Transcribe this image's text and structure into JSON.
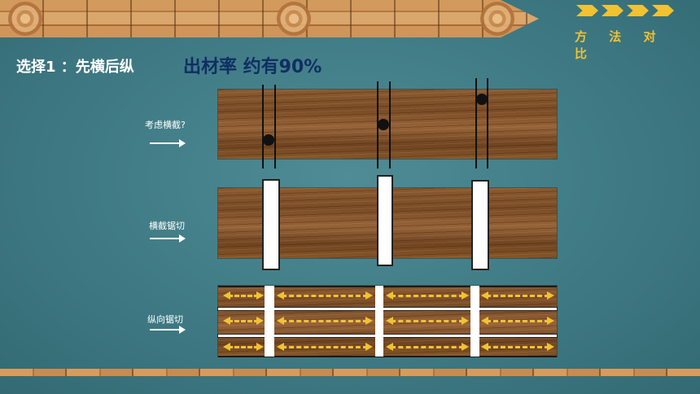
{
  "header": {
    "tab_title": "方 法 对 比",
    "heading_left": "选择1 ：先横后纵",
    "heading_right": "出材率 约有90%"
  },
  "steps": [
    {
      "label": "考虑横截?"
    },
    {
      "label": "横截锯切"
    },
    {
      "label": "纵向锯切"
    }
  ],
  "colors": {
    "background": "#3f7a84",
    "accent_yellow": "#f1c232",
    "heading_blue": "#0f2f63"
  },
  "icons": [
    "chevron-right-icon",
    "arrow-right-icon"
  ]
}
